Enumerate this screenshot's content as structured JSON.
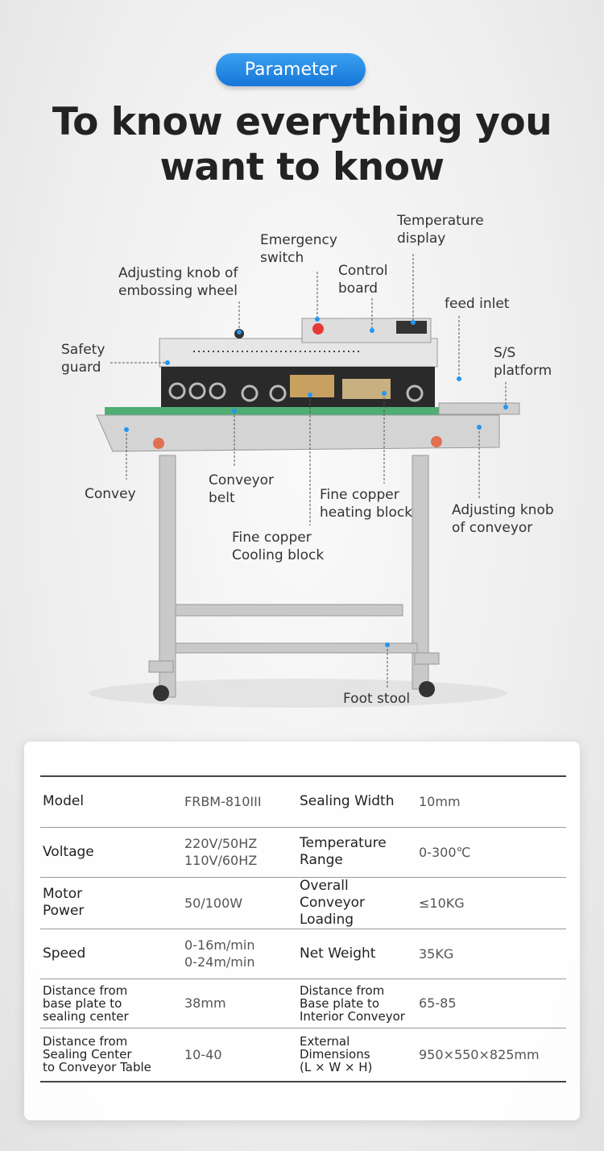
{
  "badge": "Parameter",
  "title": {
    "line1": "To know everything you",
    "line2": "want to know"
  },
  "callouts": {
    "temperature_display": [
      "Temperature",
      "display"
    ],
    "emergency_switch": [
      "Emergency",
      "switch"
    ],
    "control_board": [
      "Control",
      "board"
    ],
    "embossing_knob": [
      "Adjusting knob of",
      "embossing wheel"
    ],
    "feed_inlet": [
      "feed inlet"
    ],
    "platform": [
      "S/S",
      "platform"
    ],
    "safety_guard": [
      "Safety",
      "guard"
    ],
    "convey": [
      "Convey"
    ],
    "conveyor_belt": [
      "Conveyor",
      "belt"
    ],
    "heating_block": [
      "Fine copper",
      "heating block"
    ],
    "cooling_block": [
      "Fine copper",
      "Cooling block"
    ],
    "conveyor_knob": [
      "Adjusting knob",
      "of conveyor"
    ],
    "foot_stool": [
      "Foot stool"
    ]
  },
  "colors": {
    "accent": "#1e88e5",
    "dot": "#2196f3"
  },
  "specs": [
    {
      "l1": [
        "Model"
      ],
      "v1": [
        "FRBM-810III"
      ],
      "l2": [
        "Sealing Width"
      ],
      "v2": [
        "10mm"
      ]
    },
    {
      "l1": [
        "Voltage"
      ],
      "v1": [
        "220V/50HZ",
        "110V/60HZ"
      ],
      "l2": [
        "Temperature",
        "Range"
      ],
      "v2": [
        "0-300℃"
      ]
    },
    {
      "l1": [
        "Motor",
        "Power"
      ],
      "v1": [
        "50/100W"
      ],
      "l2": [
        "Overall Conveyor",
        "Loading"
      ],
      "v2": [
        "≤10KG"
      ]
    },
    {
      "l1": [
        "Speed"
      ],
      "v1": [
        "0-16m/min",
        "0-24m/min"
      ],
      "l2": [
        "Net Weight"
      ],
      "v2": [
        "35KG"
      ]
    },
    {
      "l1": [
        "Distance from",
        "base plate to",
        "sealing center"
      ],
      "v1": [
        "38mm"
      ],
      "l2": [
        "Distance from",
        "Base plate to",
        "Interior Conveyor"
      ],
      "v2": [
        "65-85"
      ]
    },
    {
      "l1": [
        "Distance from",
        "Sealing Center",
        "to Conveyor Table"
      ],
      "v1": [
        "10-40"
      ],
      "l2": [
        "External",
        "Dimensions",
        "(L × W × H)"
      ],
      "v2": [
        "950×550×825mm"
      ]
    }
  ]
}
